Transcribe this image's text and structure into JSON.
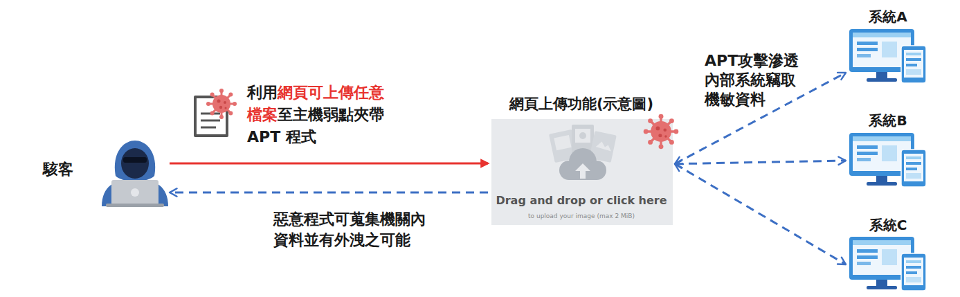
{
  "diagram": {
    "nodes": [
      {
        "text": [
          "駭客"
        ]
      },
      {
        "text": [
          "網頁上傳功能(示意圖)",
          "Drag and drop or click here",
          "to upload your image (max 2 MiB)"
        ]
      },
      {
        "text": [
          "系統A"
        ]
      },
      {
        "text": [
          "系統B"
        ]
      },
      {
        "text": [
          "系統C"
        ]
      }
    ],
    "edges": [
      {
        "from": 0,
        "to": 1,
        "arrow": "to",
        "label": "利用網頁可上傳任意 檔案至主機弱點夾帶 APT 程式"
      },
      {
        "from": 1,
        "to": 0,
        "arrow": "to",
        "label": "惡意程式可蒐集機關內 資料並有外洩之可能"
      },
      {
        "from": 1,
        "to": 2,
        "arrow": "both",
        "label": "APT攻擊滲透 內部系統竊取 機敏資料"
      },
      {
        "from": 1,
        "to": 3,
        "arrow": "both"
      },
      {
        "from": 1,
        "to": 4,
        "arrow": "both"
      }
    ]
  }
}
